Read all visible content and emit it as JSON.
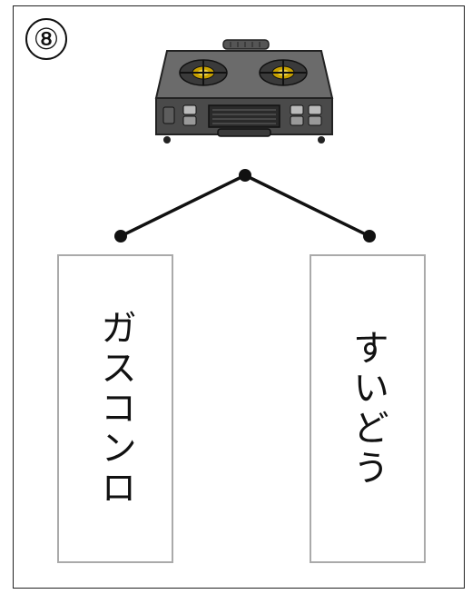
{
  "question_number": "⑧",
  "image": {
    "icon": "gas-stove-icon"
  },
  "options": [
    {
      "label": "ガスコンロ"
    },
    {
      "label": "すいどう"
    }
  ]
}
